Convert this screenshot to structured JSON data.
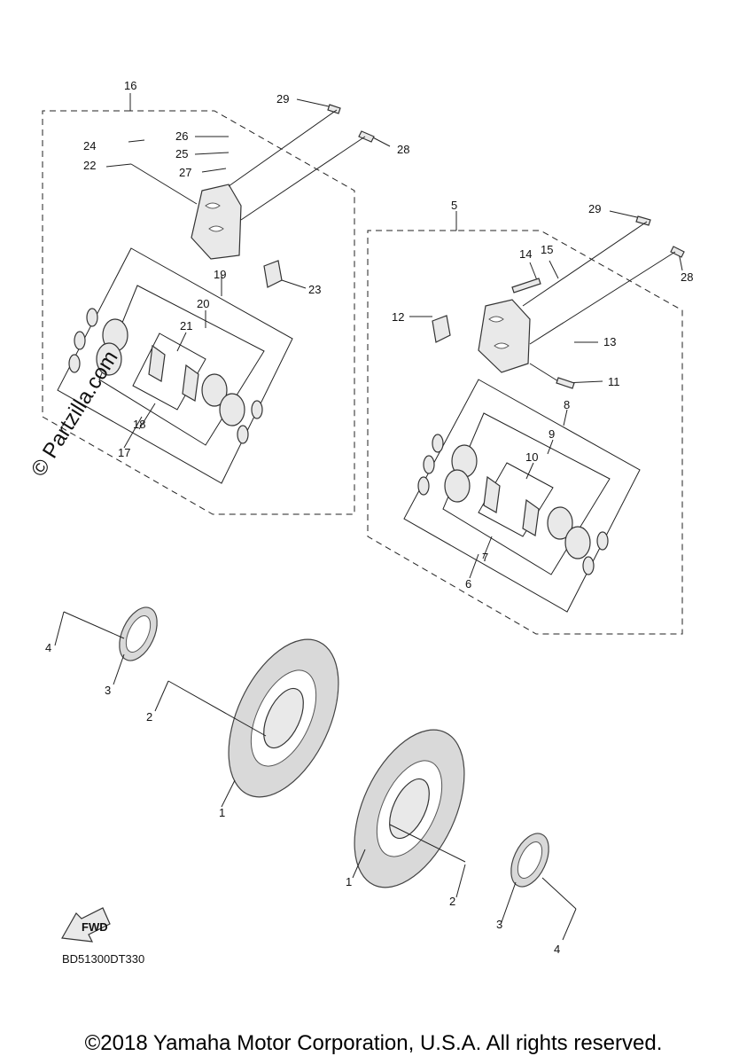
{
  "diagram": {
    "callouts": {
      "c1a": "1",
      "c1b": "1",
      "c2a": "2",
      "c2b": "2",
      "c3a": "3",
      "c3b": "3",
      "c4a": "4",
      "c4b": "4",
      "c5": "5",
      "c6": "6",
      "c7": "7",
      "c8": "8",
      "c9": "9",
      "c10": "10",
      "c11": "11",
      "c12": "12",
      "c13": "13",
      "c14": "14",
      "c15": "15",
      "c16": "16",
      "c17": "17",
      "c18": "18",
      "c19": "19",
      "c20": "20",
      "c21": "21",
      "c22": "22",
      "c23": "23",
      "c24": "24",
      "c25": "25",
      "c26": "26",
      "c27": "27",
      "c28a": "28",
      "c28b": "28",
      "c29a": "29",
      "c29b": "29"
    },
    "fwd_label": "FWD",
    "diagram_code": "BD51300DT330"
  },
  "watermark": "© Partzilla.com",
  "copyright": "©2018 Yamaha Motor Corporation, U.S.A. All rights reserved."
}
